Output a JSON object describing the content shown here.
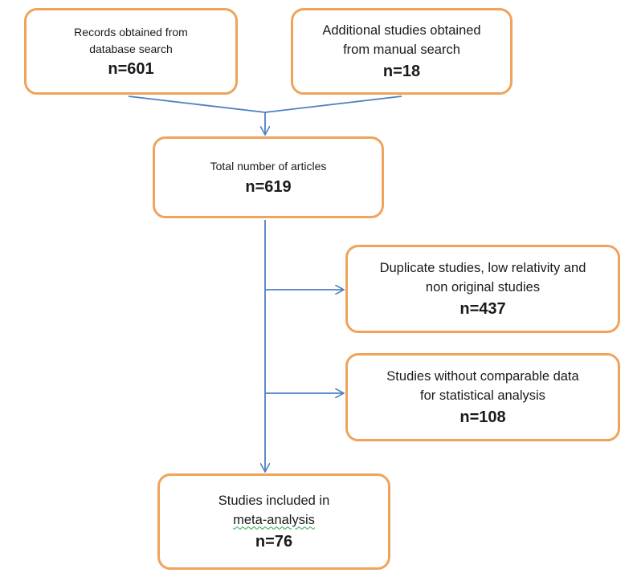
{
  "diagram": {
    "nodes": {
      "database": {
        "lines": [
          "Records obtained from",
          "database search"
        ],
        "count": "n=601"
      },
      "manual": {
        "lines": [
          "Additional studies obtained",
          "from manual search"
        ],
        "count": "n=18"
      },
      "total": {
        "lines": [
          "Total number of articles"
        ],
        "count": "n=619"
      },
      "excluded_duplicates": {
        "lines": [
          "Duplicate studies, low relativity and",
          "non original studies"
        ],
        "count": "n=437"
      },
      "excluded_no_data": {
        "lines": [
          "Studies without comparable data",
          "for statistical analysis"
        ],
        "count": "n=108"
      },
      "included": {
        "lines": [
          "Studies included in",
          "meta-analysis"
        ],
        "count": "n=76"
      }
    },
    "edges": [
      {
        "from": "database",
        "to": "total"
      },
      {
        "from": "manual",
        "to": "total"
      },
      {
        "from": "total",
        "to": "excluded_duplicates"
      },
      {
        "from": "total",
        "to": "excluded_no_data"
      },
      {
        "from": "total",
        "to": "included"
      }
    ],
    "colors": {
      "box_border": "#f0a35a",
      "connector": "#4f7fc4",
      "text": "#1a1a1a"
    }
  }
}
